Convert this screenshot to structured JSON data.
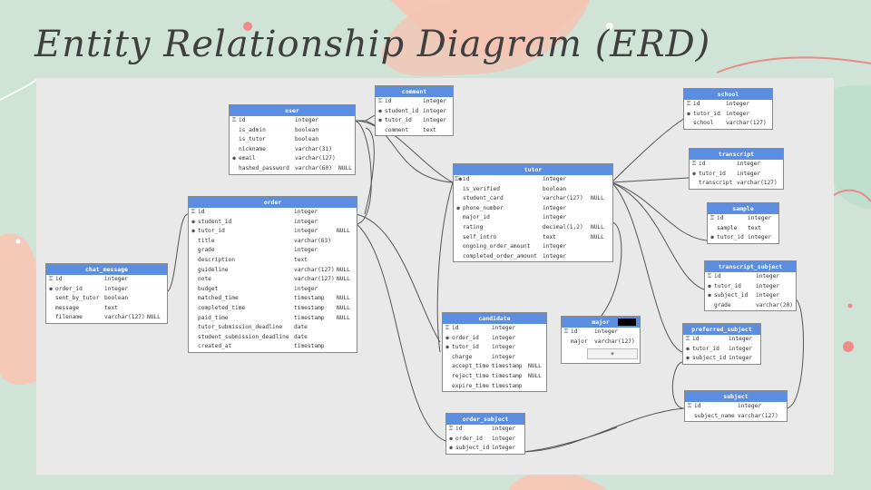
{
  "slide": {
    "title": "Entity Relationship Diagram (ERD)"
  },
  "icons": {
    "primary_key": "key-icon",
    "foreign_key": "fk-dot-icon"
  },
  "tables": {
    "user": {
      "name": "user",
      "columns": [
        {
          "name": "id",
          "type": "integer",
          "null": "",
          "key": "pk"
        },
        {
          "name": "is_admin",
          "type": "boolean",
          "null": "",
          "key": ""
        },
        {
          "name": "is_tutor",
          "type": "boolean",
          "null": "",
          "key": ""
        },
        {
          "name": "nickname",
          "type": "varchar(31)",
          "null": "",
          "key": ""
        },
        {
          "name": "email",
          "type": "varchar(127)",
          "null": "",
          "key": "uq"
        },
        {
          "name": "hashed_password",
          "type": "varchar(60)",
          "null": "NULL",
          "key": ""
        }
      ]
    },
    "comment": {
      "name": "comment",
      "columns": [
        {
          "name": "id",
          "type": "integer",
          "null": "",
          "key": "pk"
        },
        {
          "name": "student_id",
          "type": "integer",
          "null": "",
          "key": "fk"
        },
        {
          "name": "tutor_id",
          "type": "integer",
          "null": "",
          "key": "fk"
        },
        {
          "name": "comment",
          "type": "text",
          "null": "",
          "key": ""
        }
      ]
    },
    "order": {
      "name": "order",
      "columns": [
        {
          "name": "id",
          "type": "integer",
          "null": "",
          "key": "pk"
        },
        {
          "name": "student_id",
          "type": "integer",
          "null": "",
          "key": "fk"
        },
        {
          "name": "tutor_id",
          "type": "integer",
          "null": "NULL",
          "key": "fk"
        },
        {
          "name": "title",
          "type": "varchar(63)",
          "null": "",
          "key": ""
        },
        {
          "name": "grade",
          "type": "integer",
          "null": "",
          "key": ""
        },
        {
          "name": "description",
          "type": "text",
          "null": "",
          "key": ""
        },
        {
          "name": "guideline",
          "type": "varchar(127)",
          "null": "NULL",
          "key": ""
        },
        {
          "name": "note",
          "type": "varchar(127)",
          "null": "NULL",
          "key": ""
        },
        {
          "name": "budget",
          "type": "integer",
          "null": "",
          "key": ""
        },
        {
          "name": "matched_time",
          "type": "timestamp",
          "null": "NULL",
          "key": ""
        },
        {
          "name": "completed_time",
          "type": "timestamp",
          "null": "NULL",
          "key": ""
        },
        {
          "name": "paid_time",
          "type": "timestamp",
          "null": "NULL",
          "key": ""
        },
        {
          "name": "tutor_submission_deadline",
          "type": "date",
          "null": "",
          "key": ""
        },
        {
          "name": "student_submission_deadline",
          "type": "date",
          "null": "",
          "key": ""
        },
        {
          "name": "created_at",
          "type": "timestamp",
          "null": "",
          "key": ""
        }
      ]
    },
    "chat_message": {
      "name": "chat_message",
      "columns": [
        {
          "name": "id",
          "type": "integer",
          "null": "",
          "key": "pk"
        },
        {
          "name": "order_id",
          "type": "integer",
          "null": "",
          "key": "fk"
        },
        {
          "name": "sent_by_tutor",
          "type": "boolean",
          "null": "",
          "key": ""
        },
        {
          "name": "message",
          "type": "text",
          "null": "",
          "key": ""
        },
        {
          "name": "filename",
          "type": "varchar(127)",
          "null": "NULL",
          "key": ""
        }
      ]
    },
    "tutor": {
      "name": "tutor",
      "columns": [
        {
          "name": "id",
          "type": "integer",
          "null": "",
          "key": "pkfk"
        },
        {
          "name": "is_verified",
          "type": "boolean",
          "null": "",
          "key": ""
        },
        {
          "name": "student_card",
          "type": "varchar(127)",
          "null": "NULL",
          "key": ""
        },
        {
          "name": "phone_number",
          "type": "integer",
          "null": "",
          "key": "uq"
        },
        {
          "name": "major_id",
          "type": "integer",
          "null": "",
          "key": ""
        },
        {
          "name": "rating",
          "type": "decimal(1,2)",
          "null": "NULL",
          "key": ""
        },
        {
          "name": "self_intro",
          "type": "text",
          "null": "NULL",
          "key": ""
        },
        {
          "name": "ongoing_order_amount",
          "type": "integer",
          "null": "",
          "key": ""
        },
        {
          "name": "completed_order_amount",
          "type": "integer",
          "null": "",
          "key": ""
        }
      ]
    },
    "candidate": {
      "name": "candidate",
      "columns": [
        {
          "name": "id",
          "type": "integer",
          "null": "",
          "key": "pk"
        },
        {
          "name": "order_id",
          "type": "integer",
          "null": "",
          "key": "fk"
        },
        {
          "name": "tutor_id",
          "type": "integer",
          "null": "",
          "key": "fk"
        },
        {
          "name": "charge",
          "type": "integer",
          "null": "",
          "key": ""
        },
        {
          "name": "accept_time",
          "type": "timestamp",
          "null": "NULL",
          "key": ""
        },
        {
          "name": "reject_time",
          "type": "timestamp",
          "null": "NULL",
          "key": ""
        },
        {
          "name": "expire_time",
          "type": "timestamp",
          "null": "",
          "key": ""
        }
      ]
    },
    "major": {
      "name": "major",
      "add_label": "+",
      "columns": [
        {
          "name": "id",
          "type": "integer",
          "null": "",
          "key": "pk"
        },
        {
          "name": "major",
          "type": "varchar(127)",
          "null": "",
          "key": ""
        }
      ]
    },
    "order_subject": {
      "name": "order_subject",
      "columns": [
        {
          "name": "id",
          "type": "integer",
          "null": "",
          "key": "pk"
        },
        {
          "name": "order_id",
          "type": "integer",
          "null": "",
          "key": "fk"
        },
        {
          "name": "subject_id",
          "type": "integer",
          "null": "",
          "key": "fk"
        }
      ]
    },
    "school": {
      "name": "school",
      "columns": [
        {
          "name": "id",
          "type": "integer",
          "null": "",
          "key": "pk"
        },
        {
          "name": "tutor_id",
          "type": "integer",
          "null": "",
          "key": "fk"
        },
        {
          "name": "school",
          "type": "varchar(127)",
          "null": "",
          "key": ""
        }
      ]
    },
    "transcript": {
      "name": "transcript",
      "columns": [
        {
          "name": "id",
          "type": "integer",
          "null": "",
          "key": "pk"
        },
        {
          "name": "tutor_id",
          "type": "integer",
          "null": "",
          "key": "fk"
        },
        {
          "name": "transcript",
          "type": "varchar(127)",
          "null": "",
          "key": ""
        }
      ]
    },
    "sample": {
      "name": "sample",
      "columns": [
        {
          "name": "id",
          "type": "integer",
          "null": "",
          "key": "pk"
        },
        {
          "name": "sample",
          "type": "text",
          "null": "",
          "key": ""
        },
        {
          "name": "tutor_id",
          "type": "integer",
          "null": "",
          "key": "fk"
        }
      ]
    },
    "transcript_subject": {
      "name": "transcript_subject",
      "columns": [
        {
          "name": "id",
          "type": "integer",
          "null": "",
          "key": "pk"
        },
        {
          "name": "tutor_id",
          "type": "integer",
          "null": "",
          "key": "fk"
        },
        {
          "name": "subject_id",
          "type": "integer",
          "null": "",
          "key": "fk"
        },
        {
          "name": "grade",
          "type": "varchar(20)",
          "null": "",
          "key": ""
        }
      ]
    },
    "preferred_subject": {
      "name": "preferred_subject",
      "columns": [
        {
          "name": "id",
          "type": "integer",
          "null": "",
          "key": "pk"
        },
        {
          "name": "tutor_id",
          "type": "integer",
          "null": "",
          "key": "fk"
        },
        {
          "name": "subject_id",
          "type": "integer",
          "null": "",
          "key": "fk"
        }
      ]
    },
    "subject": {
      "name": "subject",
      "columns": [
        {
          "name": "id",
          "type": "integer",
          "null": "",
          "key": "pk"
        },
        {
          "name": "subject_name",
          "type": "varchar(127)",
          "null": "",
          "key": ""
        }
      ]
    }
  }
}
